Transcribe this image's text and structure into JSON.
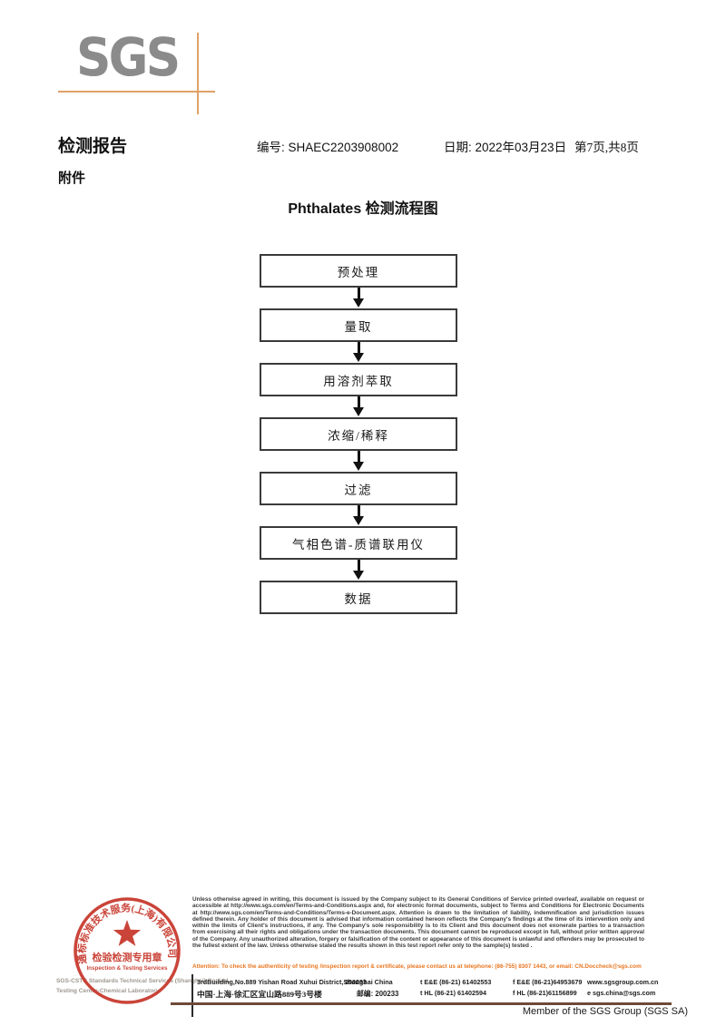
{
  "header": {
    "logo": "SGS",
    "report_title": "检测报告",
    "report_no": "编号: SHAEC2203908002",
    "date": "日期: 2022年03月23日",
    "page_info": "第7页,共8页",
    "attachment": "附件"
  },
  "diagram": {
    "title": "Phthalates 检测流程图",
    "steps": [
      "预处理",
      "量取",
      "用溶剂萃取",
      "浓缩/稀释",
      "过滤",
      "气相色谱-质谱联用仪",
      "数据"
    ]
  },
  "stamp": {
    "arc_text": "通标标准技术服务(上海)有限公司",
    "center_line1": "检验检测专用章",
    "center_line2": "Inspection & Testing Services"
  },
  "company": {
    "line1": "SGS-CSTC Standards Technical Services (Shanghai) Co.,Ltd.",
    "line2": "Testing Center-Chemical Laboratory."
  },
  "legal": {
    "paragraph": "Unless otherwise agreed in writing, this document is issued by the Company subject to its General Conditions of Service printed overleaf, available on request or accessible at http://www.sgs.com/en/Terms-and-Conditions.aspx and, for electronic format documents, subject to Terms and Conditions for Electronic Documents at http://www.sgs.com/en/Terms-and-Conditions/Terms-e-Document.aspx. Attention is drawn to the limitation of liability, indemnification and jurisdiction issues defined therein. Any holder of this document is advised that information contained hereon reflects the Company's findings at the time of its intervention only and within the limits of Client's instructions, if any. The Company's sole responsibility is to its Client and this document does not exonerate parties to a transaction from exercising all their rights and obligations under the transaction documents. This document cannot be reproduced except in full, without prior written approval of the Company. Any unauthorized alteration, forgery or falsification of the content or appearance of this document is unlawful and offenders may be prosecuted to the fullest extent of the law. Unless otherwise stated the results shown in this test report refer only to the sample(s) tested .",
    "attention": "Attention: To check the authenticity of testing /inspection report & certificate, please contact us at telephone: (86-755) 8307 1443, or email: CN.Doccheck@sgs.com"
  },
  "address": {
    "en_address": "3rdBuilding,No.889 Yishan Road Xuhui District,Shanghai China",
    "en_postal": "200233",
    "en_tel": "t E&E (86-21) 61402553",
    "en_fax": "f E&E (86-21)64953679",
    "en_web": "www.sgsgroup.com.cn",
    "cn_address": "中国·上海·徐汇区宜山路889号3号楼",
    "cn_postal": "邮编: 200233",
    "cn_tel": "t HL (86-21) 61402594",
    "cn_fax": "f HL (86-21)61156899",
    "cn_email": "e sgs.china@sgs.com"
  },
  "footer": {
    "member_text": "Member of the SGS Group (SGS SA)"
  },
  "colors": {
    "logo_gray": "#8b8b8b",
    "accent_orange": "#dfa066",
    "attention_orange": "#e87722",
    "stamp_red": "#c63529",
    "rule_brown": "#6e4a38"
  }
}
